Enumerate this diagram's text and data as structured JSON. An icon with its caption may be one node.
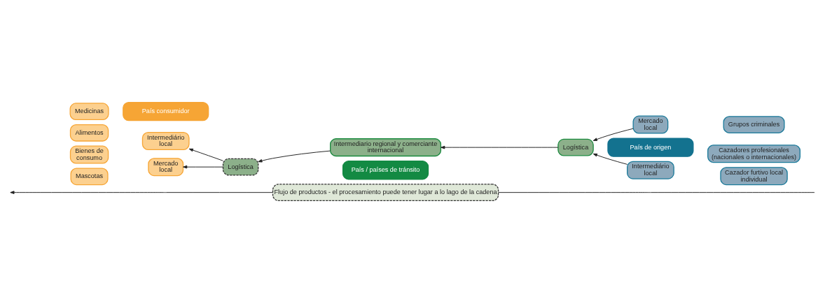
{
  "diagram": {
    "nodes": [
      {
        "text": [
          "País consumidor"
        ]
      },
      {
        "text": [
          "País / países de tránsito"
        ]
      },
      {
        "text": [
          "País de origen"
        ]
      },
      {
        "text": [
          "Flujo de productos - el procesamiento puede tener lugar a lo lago de la cadena"
        ]
      },
      {
        "text": [
          "Medicinas"
        ]
      },
      {
        "text": [
          "Alimentos"
        ]
      },
      {
        "text": [
          "Mascotas"
        ]
      },
      {
        "text": [
          "Bienes de consumo"
        ]
      },
      {
        "text": [
          "Intermediário local"
        ]
      },
      {
        "text": [
          "Mercado local"
        ]
      },
      {
        "text": [
          "Logística"
        ]
      },
      {
        "text": [
          "Intermediario regional y comerciante internacional"
        ]
      },
      {
        "text": [
          "Logística"
        ]
      },
      {
        "text": [
          "Intermediário local"
        ]
      },
      {
        "text": [
          "Mercado local"
        ]
      },
      {
        "text": [
          "Cazador furtivo local individual"
        ]
      },
      {
        "text": [
          "Cazadores profesionales (nacionales o internacionales)"
        ]
      },
      {
        "text": [
          "Grupos criminales"
        ]
      }
    ],
    "edges": [
      {
        "from": null,
        "to": 3,
        "arrow": "none"
      },
      {
        "from": 3,
        "to": null,
        "arrow": "to"
      },
      {
        "from": 10,
        "to": 8,
        "arrow": "to"
      },
      {
        "from": 10,
        "to": 9,
        "arrow": "to"
      },
      {
        "from": 11,
        "to": 10,
        "arrow": "to"
      },
      {
        "from": 12,
        "to": 11,
        "arrow": "to"
      },
      {
        "from": 13,
        "to": 12,
        "arrow": "to"
      },
      {
        "from": 14,
        "to": 12,
        "arrow": "to"
      }
    ]
  }
}
